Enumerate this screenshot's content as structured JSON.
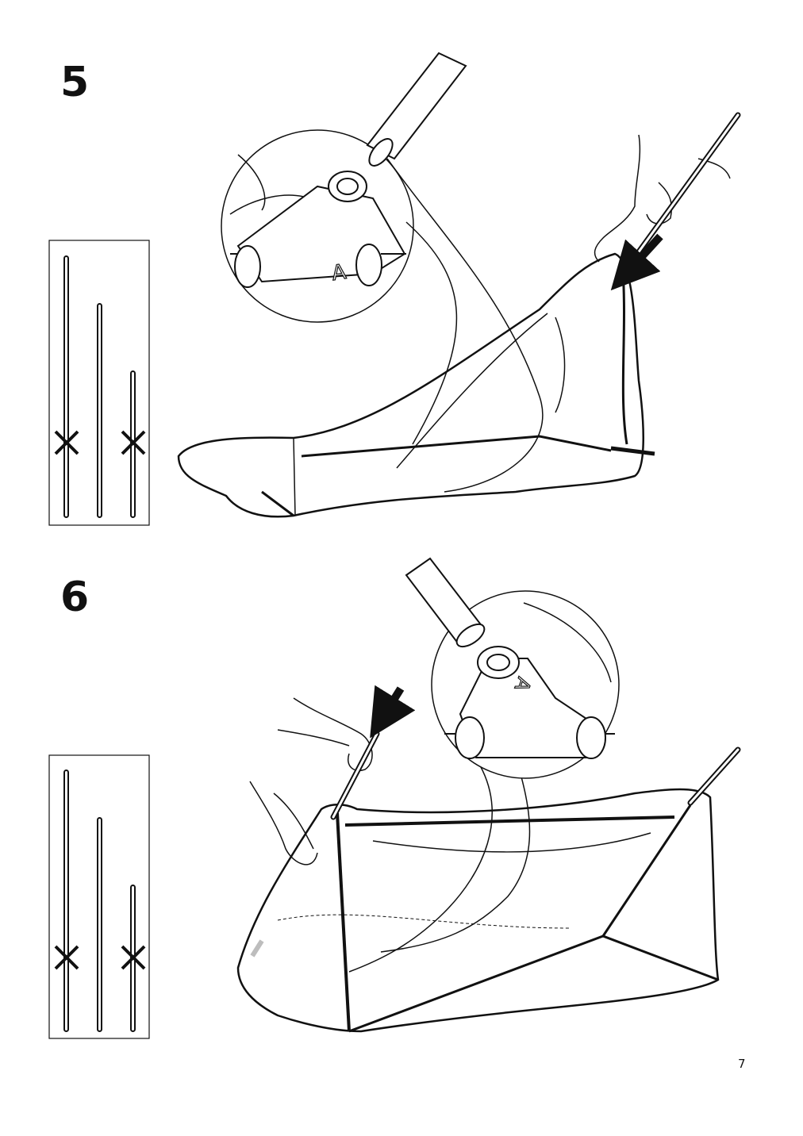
{
  "page": {
    "number": "7"
  },
  "steps": [
    {
      "number": "5",
      "connector_letter": "A"
    },
    {
      "number": "6",
      "connector_letter": "A"
    }
  ],
  "colors": {
    "ink": "#111111",
    "paper": "#ffffff",
    "hint_arrow": "#bdbdbd"
  },
  "icons": [
    "pole-set-icon",
    "excluded-pole-x-icon",
    "insert-arrow-icon",
    "t-connector-icon",
    "magnifier-callout-icon",
    "hand-icon"
  ]
}
